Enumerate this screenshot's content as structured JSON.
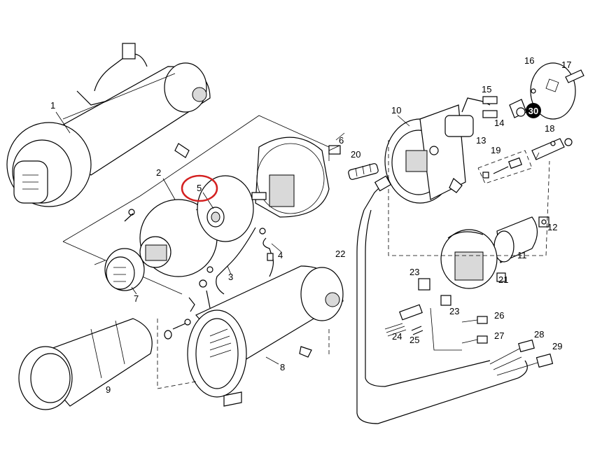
{
  "diagram": {
    "labels": [
      "1",
      "2",
      "3",
      "4",
      "5",
      "6",
      "7",
      "8",
      "9",
      "10",
      "11",
      "12",
      "13",
      "14",
      "15",
      "16",
      "17",
      "18",
      "19",
      "20",
      "21",
      "22",
      "23",
      "23",
      "24",
      "25",
      "26",
      "27",
      "28",
      "29",
      "30"
    ]
  },
  "colors": {
    "highlight_circle": "#d42020",
    "badge_fill": "#000000",
    "badge_text": "#ffffff"
  }
}
